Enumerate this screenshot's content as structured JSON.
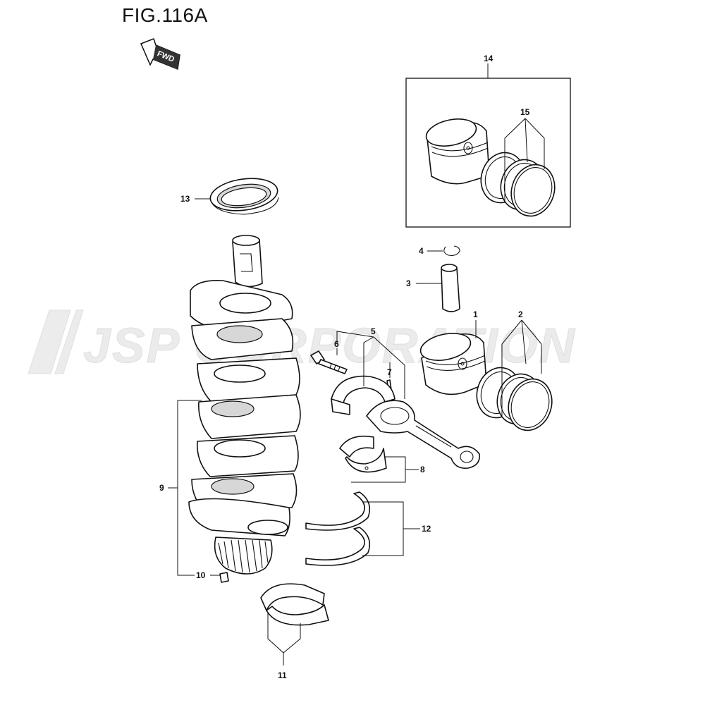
{
  "figure": {
    "title": "FIG.116A",
    "fwd_label": "FWD"
  },
  "watermark": {
    "text": "JSP CORPORATION"
  },
  "callouts": [
    {
      "id": "c1",
      "label": "1",
      "part": "piston"
    },
    {
      "id": "c2",
      "label": "2",
      "part": "piston-ring-set"
    },
    {
      "id": "c3",
      "label": "3",
      "part": "piston-pin"
    },
    {
      "id": "c4",
      "label": "4",
      "part": "pin-circlip"
    },
    {
      "id": "c5",
      "label": "5",
      "part": "connecting-rod-assembly"
    },
    {
      "id": "c6",
      "label": "6",
      "part": "rod-bolt"
    },
    {
      "id": "c7",
      "label": "7",
      "part": "dowel-pin"
    },
    {
      "id": "c8",
      "label": "8",
      "part": "rod-bearing"
    },
    {
      "id": "c9",
      "label": "9",
      "part": "crankshaft"
    },
    {
      "id": "c10",
      "label": "10",
      "part": "crank-pin"
    },
    {
      "id": "c11",
      "label": "11",
      "part": "main-bearing"
    },
    {
      "id": "c12",
      "label": "12",
      "part": "thrust-washer"
    },
    {
      "id": "c13",
      "label": "13",
      "part": "oil-seal"
    },
    {
      "id": "c14",
      "label": "14",
      "part": "oversize-piston-set"
    },
    {
      "id": "c15",
      "label": "15",
      "part": "oversize-ring-set"
    }
  ]
}
